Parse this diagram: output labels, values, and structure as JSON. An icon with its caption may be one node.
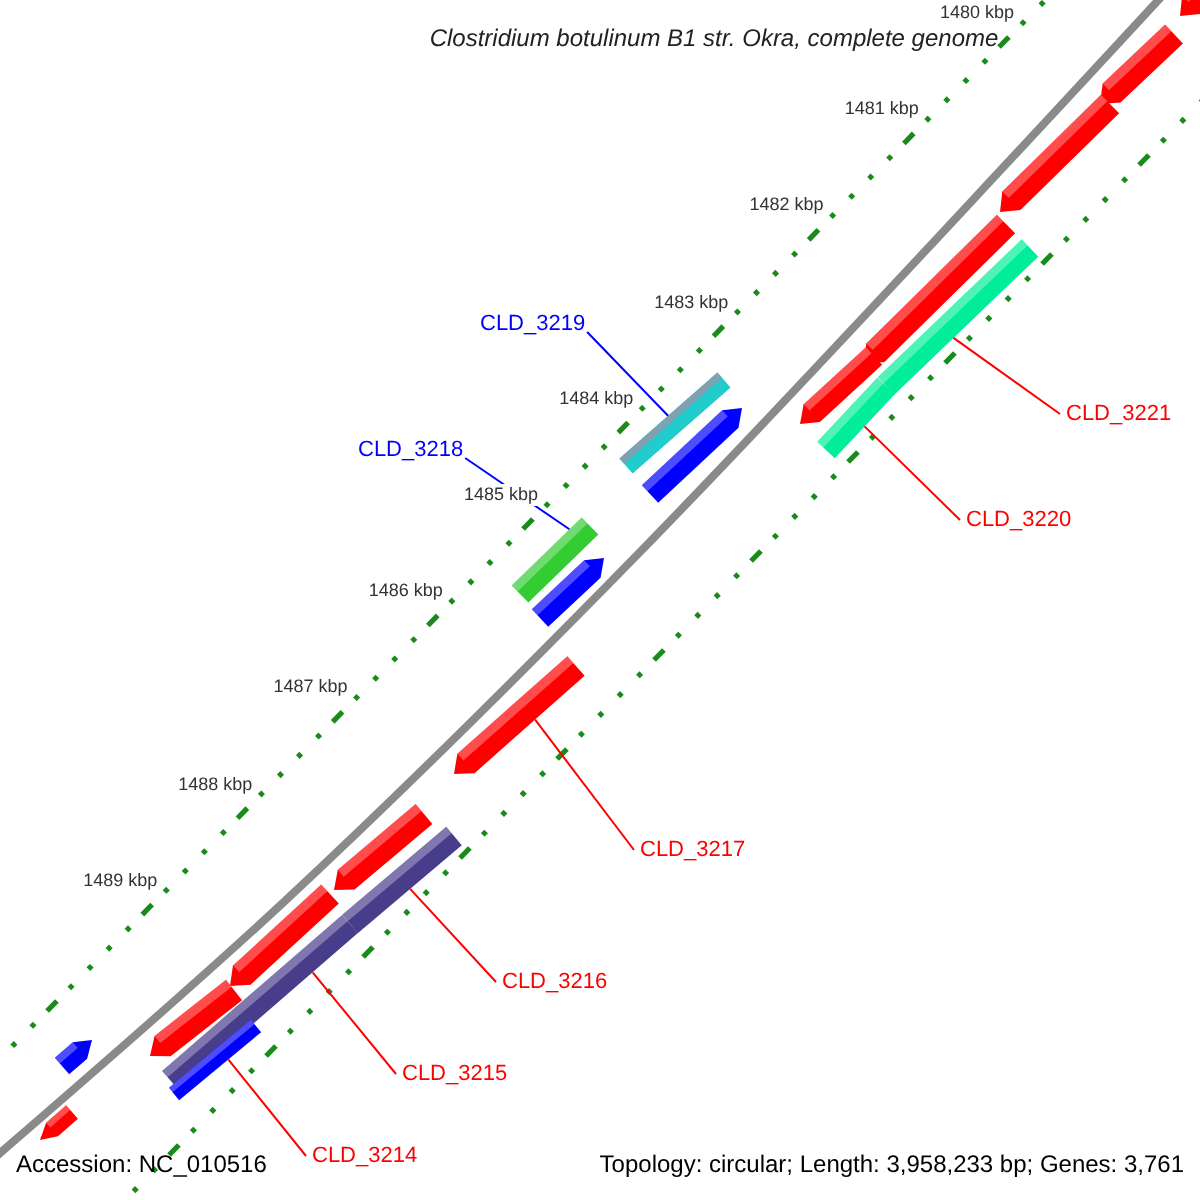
{
  "diagram": {
    "title": "Clostridium botulinum B1 str. Okra, complete genome",
    "nodes": [
      {
        "text": [
          "CLD_3219"
        ]
      },
      {
        "text": [],
        "shape": "bar"
      },
      {
        "text": [
          "CLD_3218"
        ]
      },
      {
        "text": [],
        "shape": "bar"
      },
      {
        "text": [
          "CLD_3221"
        ]
      },
      {
        "text": [],
        "shape": "bar"
      },
      {
        "text": [
          "CLD_3220"
        ]
      },
      {
        "text": [],
        "shape": "bar"
      },
      {
        "text": [
          "CLD_3217"
        ]
      },
      {
        "text": [],
        "shape": "bar"
      },
      {
        "text": [
          "CLD_3216"
        ]
      },
      {
        "text": [],
        "shape": "bar"
      },
      {
        "text": [
          "CLD_3215"
        ]
      },
      {
        "text": [],
        "shape": "bar"
      },
      {
        "text": [
          "CLD_3214"
        ]
      },
      {
        "text": [],
        "shape": "bar"
      },
      {
        "text": [],
        "shape": "bar"
      },
      {
        "text": [],
        "shape": "bar"
      },
      {
        "text": [],
        "shape": "bar"
      },
      {
        "text": [],
        "shape": "bar"
      },
      {
        "text": [],
        "shape": "bar"
      },
      {
        "text": [],
        "shape": "bar"
      },
      {
        "text": [],
        "shape": "bar"
      },
      {
        "text": [],
        "shape": "bar"
      },
      {
        "text": [],
        "shape": "bar"
      },
      {
        "text": [],
        "shape": "bar"
      },
      {
        "text": [],
        "shape": "bar"
      },
      {
        "text": [],
        "shape": "bar"
      }
    ],
    "edges": [
      {
        "from": 0,
        "to": 1,
        "arrow": "none",
        "color": "#0000ff"
      },
      {
        "from": 2,
        "to": 3,
        "arrow": "none",
        "color": "#0000ff"
      },
      {
        "from": 4,
        "to": 5,
        "arrow": "none"
      },
      {
        "from": 6,
        "to": 7,
        "arrow": "none"
      },
      {
        "from": 8,
        "to": 9,
        "arrow": "none"
      },
      {
        "from": 10,
        "to": 11,
        "arrow": "none"
      },
      {
        "from": 12,
        "to": 13,
        "arrow": "none"
      },
      {
        "from": 14,
        "to": 15,
        "arrow": "none"
      }
    ],
    "labels": [
      "1480 kbp",
      "1481 kbp",
      "1482 kbp",
      "1483 kbp",
      "1484 kbp",
      "1485 kbp",
      "1486 kbp",
      "1487 kbp",
      "1488 kbp",
      "1489 kbp",
      "Accession: NC_010516",
      "Topology: circular; Length: 3,958,233 bp; Genes: 3,761"
    ]
  }
}
